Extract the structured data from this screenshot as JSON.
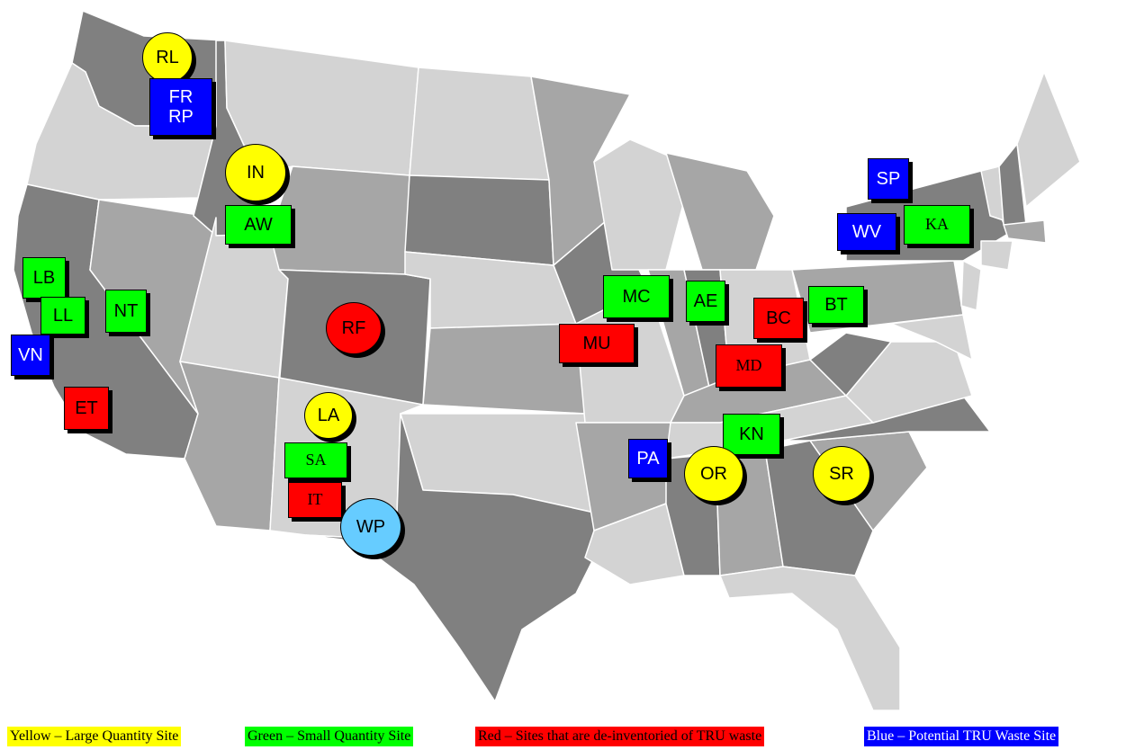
{
  "colors": {
    "yellow": "#ffff00",
    "green": "#00ff00",
    "red": "#ff0000",
    "blue": "#0000ff",
    "light_blue": "#66ccff",
    "state_light": "#d3d3d3",
    "state_mid": "#a6a6a6",
    "state_dark": "#808080"
  },
  "sites": [
    {
      "id": "rl",
      "label": "RL",
      "category": "large"
    },
    {
      "id": "fr-rp",
      "label": "FR\nRP",
      "category": "potential"
    },
    {
      "id": "in",
      "label": "IN",
      "category": "large"
    },
    {
      "id": "aw",
      "label": "AW",
      "category": "small"
    },
    {
      "id": "lb",
      "label": "LB",
      "category": "small"
    },
    {
      "id": "ll",
      "label": "LL",
      "category": "small"
    },
    {
      "id": "nt",
      "label": "NT",
      "category": "small"
    },
    {
      "id": "vn",
      "label": "VN",
      "category": "potential"
    },
    {
      "id": "et",
      "label": "ET",
      "category": "deinventoried"
    },
    {
      "id": "rf",
      "label": "RF",
      "category": "deinventoried"
    },
    {
      "id": "la",
      "label": "LA",
      "category": "large"
    },
    {
      "id": "sa",
      "label": "SA",
      "category": "small"
    },
    {
      "id": "it",
      "label": "IT",
      "category": "deinventoried"
    },
    {
      "id": "wp",
      "label": "WP",
      "category": "wipp"
    },
    {
      "id": "mc",
      "label": "MC",
      "category": "small"
    },
    {
      "id": "ae",
      "label": "AE",
      "category": "small"
    },
    {
      "id": "mu",
      "label": "MU",
      "category": "deinventoried"
    },
    {
      "id": "bc",
      "label": "BC",
      "category": "deinventoried"
    },
    {
      "id": "bt",
      "label": "BT",
      "category": "small"
    },
    {
      "id": "md",
      "label": "MD",
      "category": "deinventoried"
    },
    {
      "id": "sp",
      "label": "SP",
      "category": "potential"
    },
    {
      "id": "wv",
      "label": "WV",
      "category": "potential"
    },
    {
      "id": "ka",
      "label": "KA",
      "category": "small"
    },
    {
      "id": "kn",
      "label": "KN",
      "category": "small"
    },
    {
      "id": "pa",
      "label": "PA",
      "category": "potential"
    },
    {
      "id": "or",
      "label": "OR",
      "category": "large"
    },
    {
      "id": "sr",
      "label": "SR",
      "category": "large"
    }
  ],
  "legend": {
    "yellow": "Yellow – Large Quantity Site",
    "green": "Green – Small Quantity Site",
    "red": "Red – Sites that are de-inventoried of TRU waste",
    "blue": "Blue – Potential TRU Waste Site"
  }
}
